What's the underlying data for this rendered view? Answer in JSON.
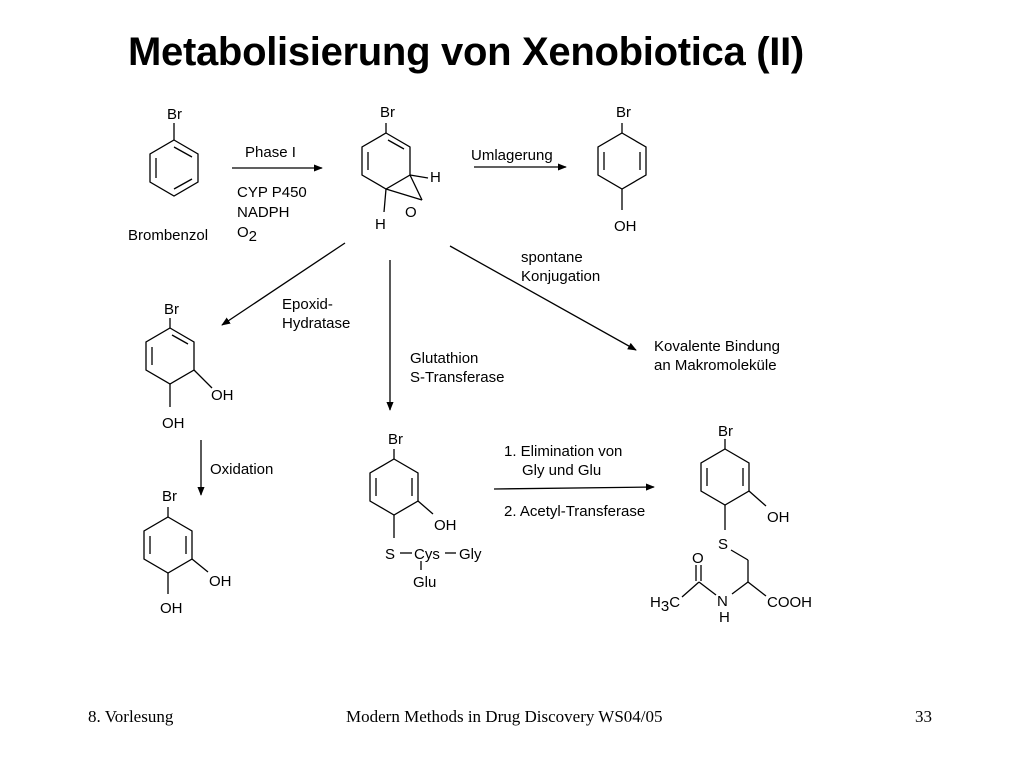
{
  "title": "Metabolisierung von Xenobiotica (II)",
  "atoms": {
    "br": "Br",
    "oh": "OH",
    "h": "H",
    "o": "O",
    "s": "S",
    "n": "N",
    "cooh": "COOH",
    "c": "C",
    "h3": "H",
    "sub3": "3",
    "cys": "Cys",
    "gly": "Gly",
    "glu": "Glu"
  },
  "compounds": {
    "brombenzol": "Brombenzol"
  },
  "reactions": {
    "phase1": "Phase I",
    "cyp": "CYP P450",
    "nadph": "NADPH",
    "o2_main": "O",
    "o2_sub": "2",
    "umlagerung": "Umlagerung",
    "spontan_line1": "spontane",
    "spontan_line2": "Konjugation",
    "kovalent_line1": "Kovalente Bindung",
    "kovalent_line2": "an Makromoleküle",
    "epoxid_line1": "Epoxid-",
    "epoxid_line2": "Hydratase",
    "glut_line1": "Glutathion",
    "glut_line2": "S-Transferase",
    "oxidation": "Oxidation",
    "elim_line1": "1. Elimination von",
    "elim_line2": "Gly und Glu",
    "acetyl": "2. Acetyl-Transferase"
  },
  "footer": {
    "left": "8. Vorlesung",
    "center": "Modern Methods in Drug Discovery WS04/05",
    "right": "33"
  }
}
